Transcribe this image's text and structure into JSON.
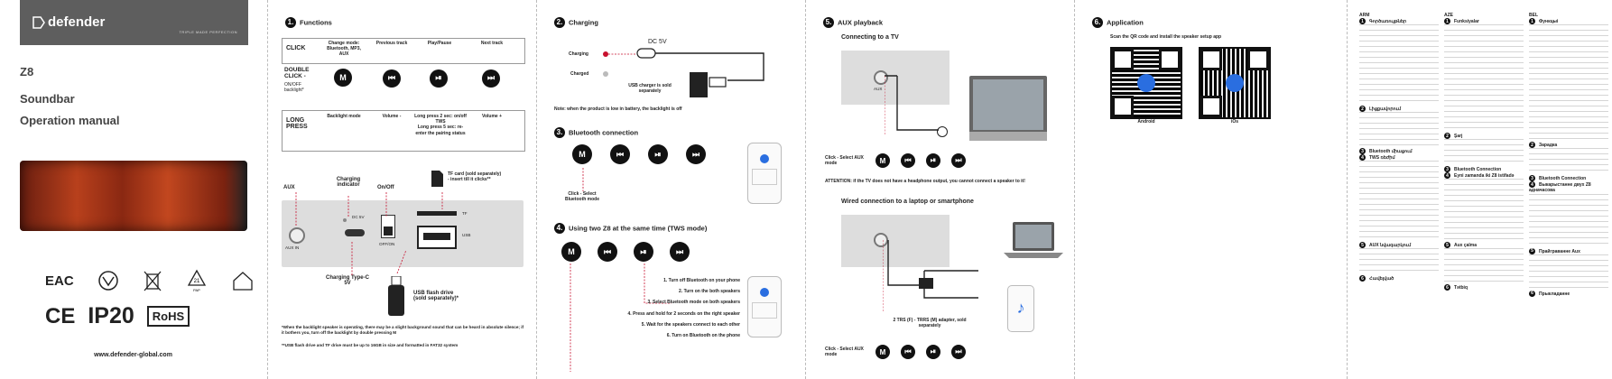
{
  "cover": {
    "brand": "defender",
    "tagline": "TRIPLE MADE PERFECTION",
    "model": "Z8",
    "type": "Soundbar",
    "manual": "Operation manual",
    "website": "www.defender-global.com",
    "certs": [
      "EAC",
      "CE",
      "IP20",
      "RoHS"
    ]
  },
  "functions": {
    "num": "1.",
    "title": "Functions",
    "rows": [
      {
        "label": "CLICK",
        "cells": [
          "Change mode: Bluetooth, MP3, AUX",
          "Previous track",
          "Play/Pause",
          "Next track"
        ]
      },
      {
        "label": "DOUBLE CLICK -",
        "sub": "ON/OFF backlight*",
        "cells": [
          "M",
          "⏮",
          "⏯",
          "⏭"
        ]
      },
      {
        "label": "LONG PRESS",
        "cells": [
          "Backlight mode",
          "Volume -",
          "Long press 2 sec: on/off TWS\nLong press 5 sec: re-enter the pairing status",
          "Volume +"
        ]
      }
    ],
    "device_labels": {
      "aux": "AUX",
      "charging_indicator": "Charging indicator",
      "onoff": "On/Off",
      "tf_card": "TF card (sold separately) - insert till it clicks**",
      "dc": "DC 5V",
      "tf": "TF",
      "usb": "USB",
      "aux_in": "AUX IN",
      "off_on": "OFF/ON",
      "typec": "Charging Type-C 5V",
      "usb_flash": "USB flash drive (sold separately)*"
    },
    "note1": "*When the backlight speaker is operating, there may be a slight background sound that can be heard in absolute silence; if it bothers you, turn off the backlight by double pressing M",
    "note2": "**USB flash drive and TF drive must be up to 16GB in size and formatted in FAT32 system"
  },
  "charging": {
    "num": "2.",
    "title": "Charging",
    "charging": "Charging",
    "charged": "Charged",
    "dc": "DC 5V",
    "charger": "USB charger is sold separately",
    "note": "Note: when the product is low in battery, the backlight is off"
  },
  "bluetooth": {
    "num": "3.",
    "title": "Bluetooth connection",
    "caption": "Click - Select Bluetooth mode"
  },
  "tws": {
    "num": "4.",
    "title": "Using two Z8 at the same time (TWS mode)",
    "steps": [
      "1. Turn off Bluetooth on your phone",
      "2. Turn on the both speakers",
      "3. Select Bluetooth mode on both speakers",
      "4. Press and hold for 2 seconds on the right speaker",
      "5. Wait for the speakers connect to each other",
      "6. Turn on Bluetooth on the phone"
    ]
  },
  "aux": {
    "num": "5.",
    "title": "AUX playback",
    "tv_title": "Connecting to a TV",
    "caption": "Click - Select AUX mode",
    "attention": "ATTENTION: if the TV does not have a headphone output, you cannot connect a speaker to it!",
    "wired_title": "Wired connection to a laptop or smartphone",
    "adapter": "2 TRS (F) - TRRS (M) adapter, sold separately",
    "aux_label": "AUX"
  },
  "app": {
    "num": "6.",
    "title": "Application",
    "subtitle": "Scan the QR code and install the speaker setup app",
    "android": "Android",
    "ios": "iOs"
  },
  "langs": [
    {
      "code": "ARM",
      "sections": [
        "Գործառույթներ",
        "Լիցքավորում",
        "Bluetooth միացում",
        "TWS ռեժիմ",
        "AUX նվագարկում",
        "Հավելված"
      ]
    },
    {
      "code": "AZE",
      "sections": [
        "Funksiyalar",
        "Şarj",
        "Bluetooth Connection",
        "Eyni zamanda iki Z8 istifadə",
        "Aux çalma",
        "Tətbiq"
      ]
    },
    {
      "code": "BEL",
      "sections": [
        "Функцыі",
        "Зарадка",
        "Bluetooth Connection",
        "Выкарыстанне двух Z8 адначасова",
        "Прайграванне Aux",
        "Прыкладанне"
      ]
    }
  ]
}
